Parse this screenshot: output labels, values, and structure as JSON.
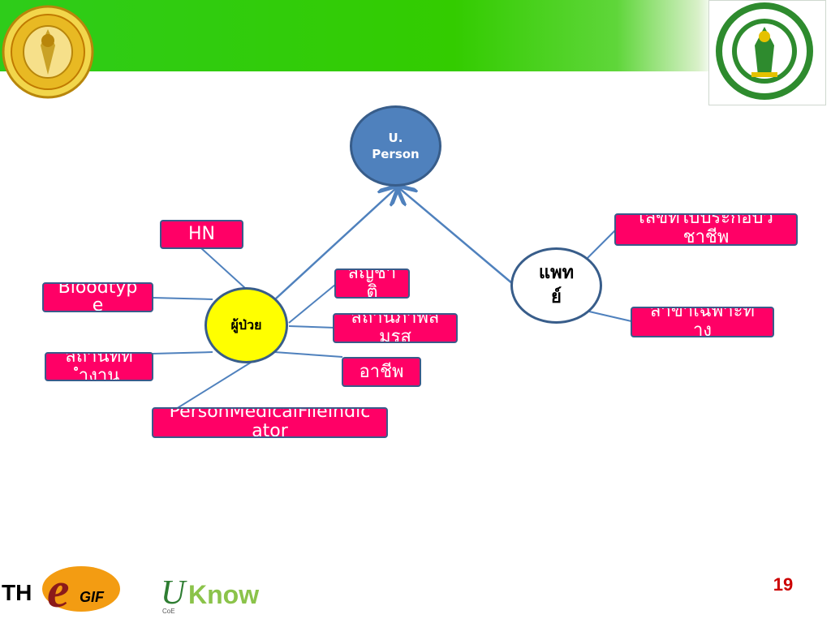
{
  "colors": {
    "header_green": "#33cc00",
    "box_fill": "#ff0066",
    "box_border": "#3a5a8a",
    "person_fill": "#4f81bd",
    "patient_fill": "#ffff00",
    "edge": "#4f81bd",
    "page_number": "#cc0000"
  },
  "nodes": {
    "person": {
      "label": "U.\nPerson"
    },
    "patient": {
      "label": "ผู้ป่วย"
    },
    "doctor": {
      "label": "แพทย์"
    }
  },
  "boxes": {
    "hn": "HN",
    "bloodtype": "Bloodtype",
    "workplace": "สถานที่ทำงาน",
    "nationality": "สัญชาติ",
    "marital_status": "สถานภาพสมรส",
    "occupation": "อาชีพ",
    "medical_file": "PersonMedicalFileIndicator",
    "license": "เลขที่ใบประกอบวิชาชีพ",
    "specialty": "สาขาเฉพาะทาง"
  },
  "icons": {
    "logo_left": "university-seal-icon",
    "logo_right": "ministry-ict-logo-icon",
    "footer_1": "the-egif-logo-icon",
    "footer_2": "uknow-logo-icon"
  },
  "footer": {
    "the_text": "TH",
    "e_text": "e",
    "gif_text": "GIF",
    "uknow_u": "U",
    "uknow_rest": "Know",
    "uknow_small": "CoE"
  },
  "page_number": "19"
}
